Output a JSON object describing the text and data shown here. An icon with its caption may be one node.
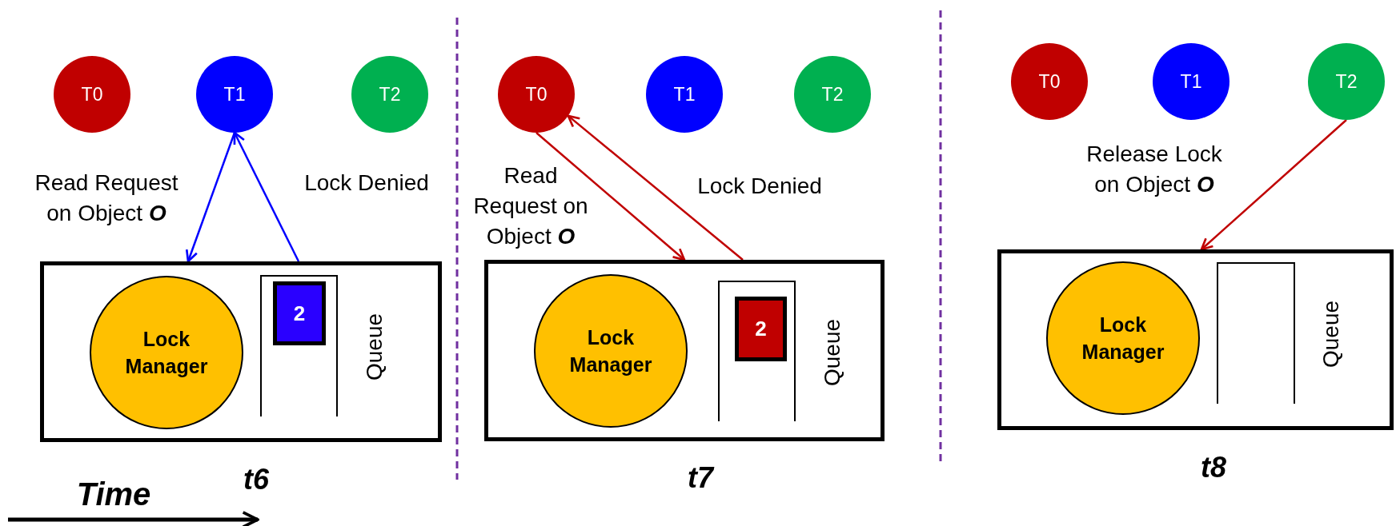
{
  "diagram": {
    "nodes": [
      {
        "text": [
          "T0"
        ]
      },
      {
        "text": [
          "T1"
        ]
      },
      {
        "text": [
          "T2"
        ]
      },
      {
        "text": [],
        "shape": "box",
        "beside": [
          "t6"
        ]
      },
      {
        "text": [
          "Lock Manager"
        ],
        "in": 3
      },
      {
        "text": [],
        "shape": "box",
        "in": 3,
        "beside": [
          "Queue"
        ]
      },
      {
        "text": [
          "2"
        ],
        "in": 5
      },
      {
        "text": [
          "T0"
        ]
      },
      {
        "text": [
          "T1"
        ]
      },
      {
        "text": [
          "T2"
        ]
      },
      {
        "text": [],
        "shape": "box",
        "beside": [
          "t7"
        ]
      },
      {
        "text": [
          "Lock Manager"
        ],
        "in": 10
      },
      {
        "text": [],
        "shape": "box",
        "in": 10,
        "beside": [
          "Queue"
        ]
      },
      {
        "text": [
          "2"
        ],
        "in": 12
      },
      {
        "text": [
          "T0"
        ]
      },
      {
        "text": [
          "T1"
        ]
      },
      {
        "text": [
          "T2"
        ]
      },
      {
        "text": [],
        "shape": "box",
        "beside": [
          "t8"
        ]
      },
      {
        "text": [
          "Lock Manager"
        ],
        "in": 17
      },
      {
        "text": [],
        "shape": "box",
        "in": 17,
        "beside": [
          "Queue"
        ]
      }
    ],
    "edges": [
      {
        "from": 1,
        "to": 3,
        "arrow": "to",
        "label": "Read Request on Object **O**",
        "color": "#0000ff"
      },
      {
        "from": 3,
        "to": 1,
        "arrow": "to",
        "label": "Lock Denied",
        "color": "#0000ff"
      },
      {
        "from": 7,
        "to": 10,
        "arrow": "to",
        "label": "Read Request on Object **O**"
      },
      {
        "from": 10,
        "to": 7,
        "arrow": "to",
        "label": "Lock Denied"
      },
      {
        "from": 16,
        "to": 17,
        "arrow": "to",
        "label": "Release Lock on Object **O**"
      }
    ],
    "labels": [
      "Time"
    ]
  }
}
